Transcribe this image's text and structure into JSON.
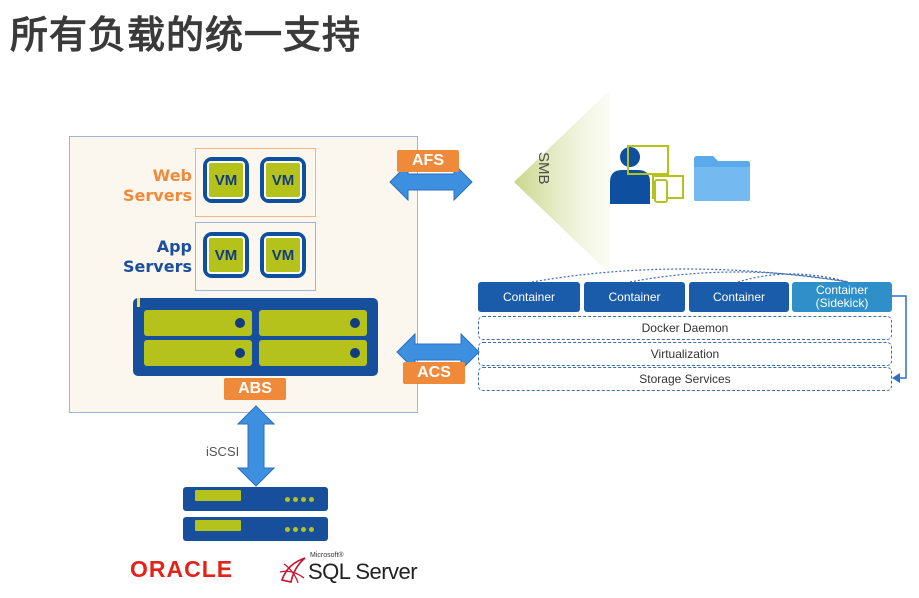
{
  "title": "所有负载的统一支持",
  "server_panel": {
    "web_servers_label": "Web\nServers",
    "app_servers_label": "App\nServers",
    "vm_label": "VM",
    "web_color": "#f08a3b",
    "app_color": "#1b4f9c"
  },
  "tags": {
    "afs": "AFS",
    "acs": "ACS",
    "abs": "ABS"
  },
  "smb_label": "SMB",
  "iscsi_label": "iSCSI",
  "containers": [
    "Container",
    "Container",
    "Container"
  ],
  "sidekick_container": [
    "Container",
    "(Sidekick)"
  ],
  "layers": [
    "Docker Daemon",
    "Virtualization",
    "Storage Services"
  ],
  "logos": {
    "oracle": "ORACLE",
    "sql_microsoft": "Microsoft®",
    "sql_server": "SQL Server"
  },
  "colors": {
    "accent_orange": "#f08a3b",
    "accent_blue": "#1a5ca9",
    "lime": "#b6c21c",
    "arrow_blue": "#3d8fe0"
  }
}
